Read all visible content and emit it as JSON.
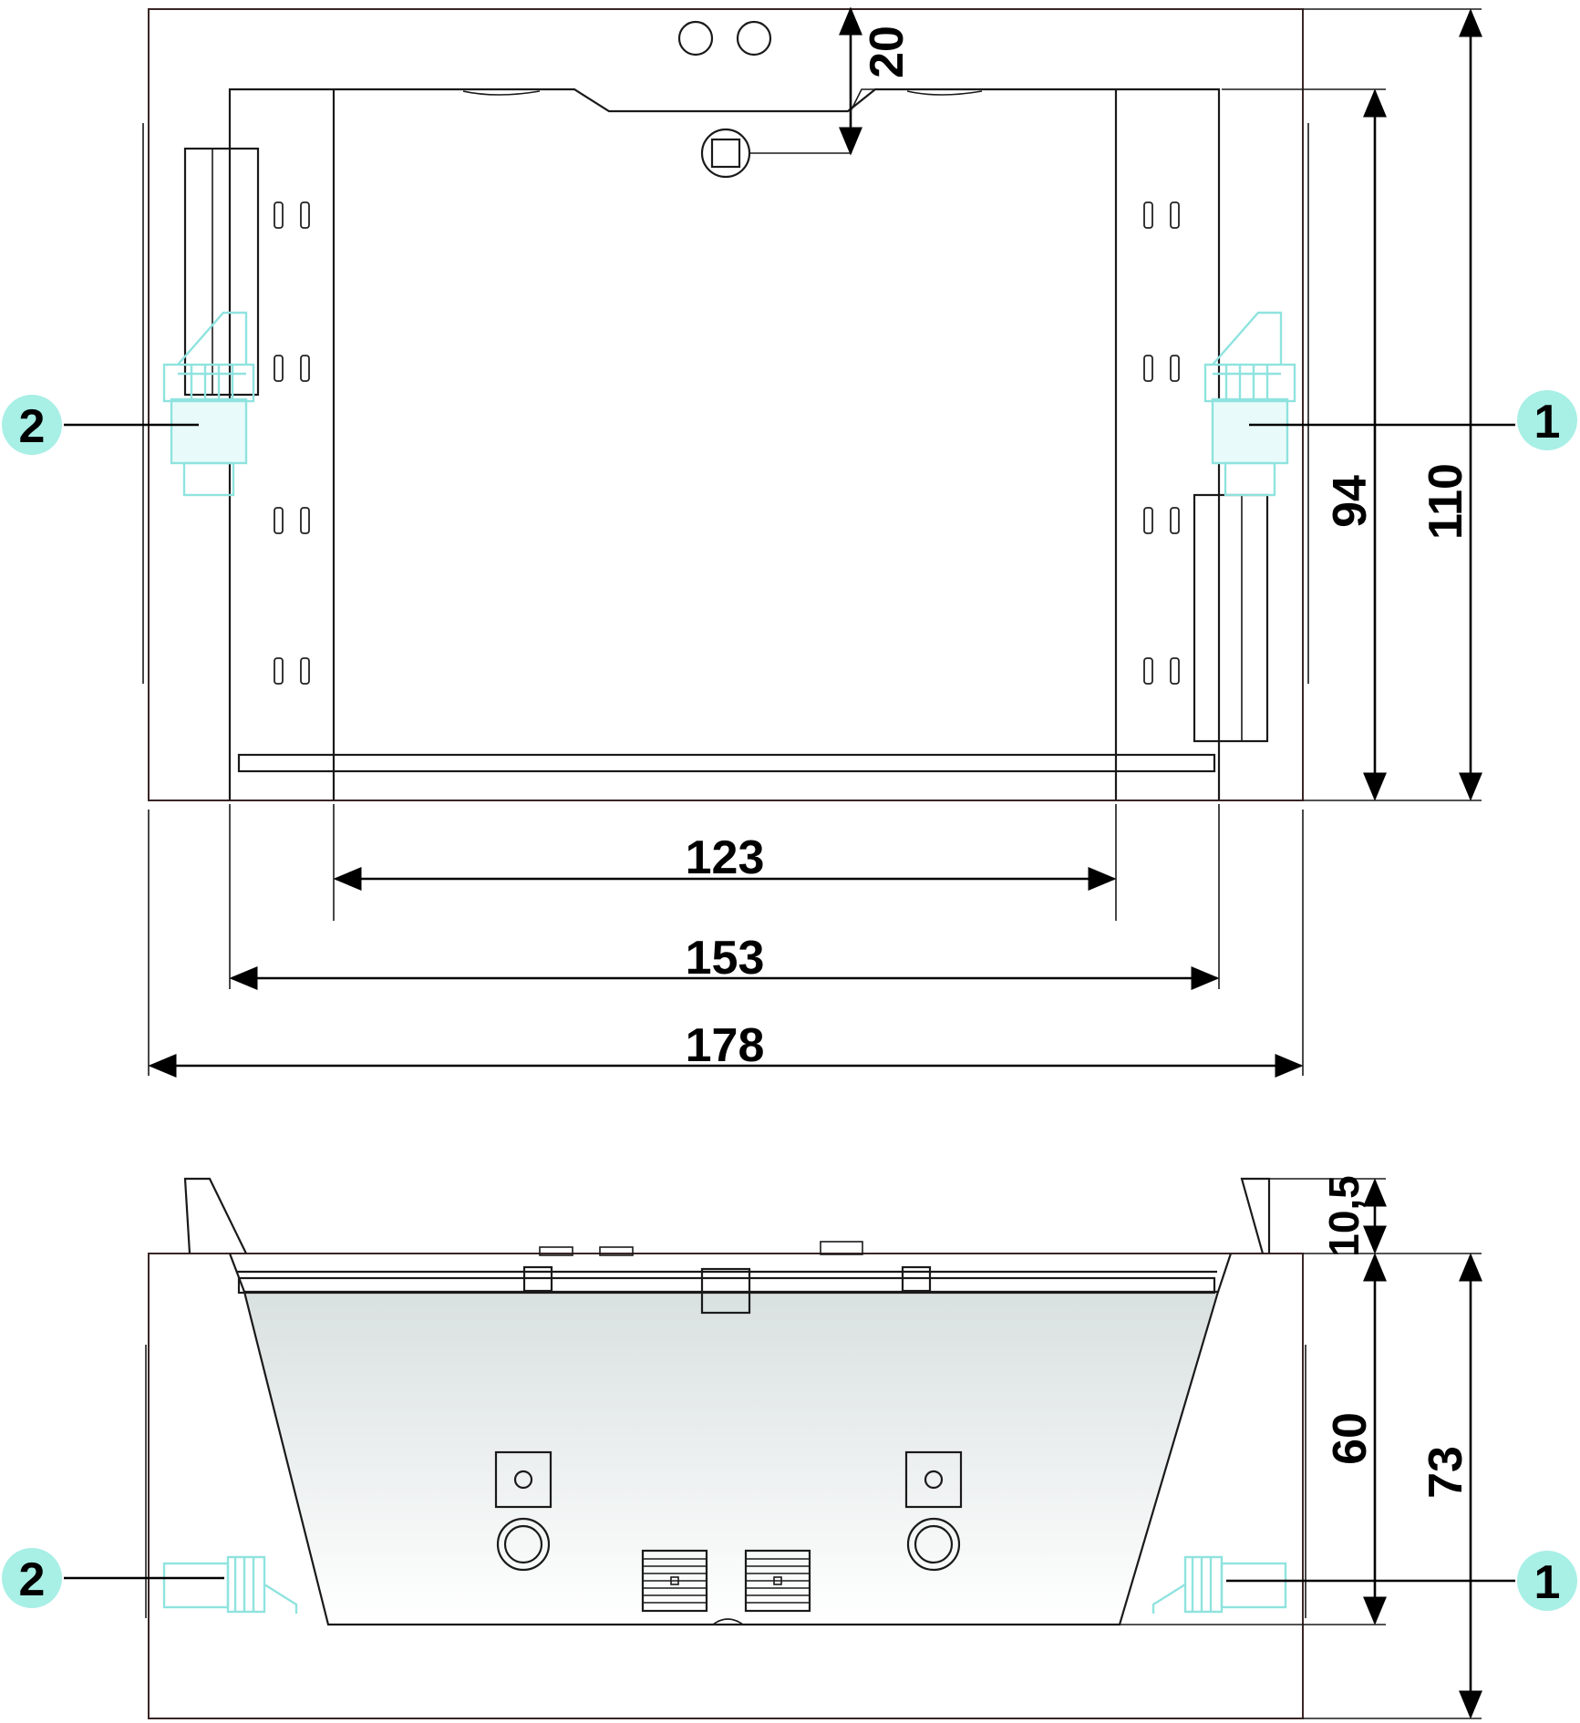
{
  "dimensions": {
    "top_view": {
      "inner_width": "123",
      "frame_width": "153",
      "overall_width": "178",
      "drain_offset": "20",
      "inner_length": "94",
      "overall_length": "110"
    },
    "side_view": {
      "headrest_height": "10,5",
      "tub_depth": "60",
      "overall_height": "73"
    }
  },
  "callouts": [
    {
      "number": "1",
      "color": "#a8efe6"
    },
    {
      "number": "2",
      "color": "#a8efe6"
    }
  ],
  "colors": {
    "line": "#1a1a1a",
    "frame": "#3a2525",
    "fitting": "#8fe3df",
    "callout_bubble": "#a8efe6",
    "tub_fill_top": "#d9e0e0",
    "tub_fill_bottom": "#ffffff"
  }
}
